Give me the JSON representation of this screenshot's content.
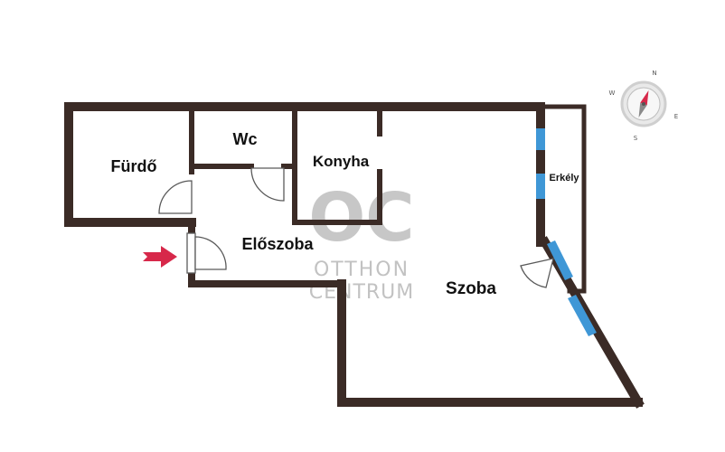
{
  "colors": {
    "wall": "#3b2b26",
    "window": "#3f97d6",
    "window_light": "#a9d6f5",
    "door": "#5a5a5a",
    "arrow": "#d7284a",
    "watermark": "#9b9b9b",
    "compass_red": "#d7284a"
  },
  "rooms": {
    "furdo": "Fürdő",
    "wc": "Wc",
    "konyha": "Konyha",
    "eloszoba": "Előszoba",
    "szoba": "Szoba",
    "erkely": "Erkély"
  },
  "watermark": {
    "logo": "OC",
    "line1": "OTTHON",
    "line2": "CENTRUM"
  },
  "compass": {
    "n": "N",
    "e": "E",
    "s": "S",
    "w": "W"
  },
  "icons": [
    "entrance-arrow-icon",
    "compass-icon"
  ]
}
